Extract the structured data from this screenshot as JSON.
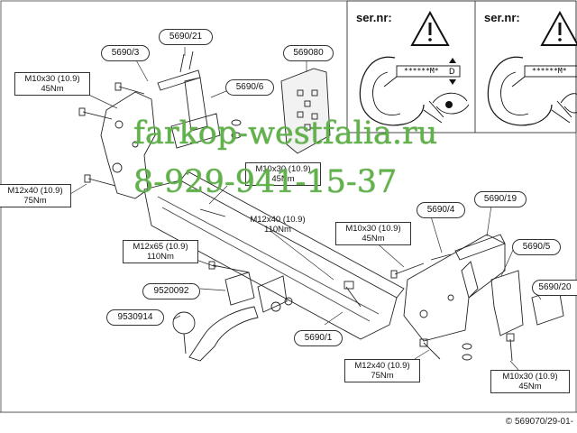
{
  "watermark": {
    "site": "farkop-westfalia.ru",
    "phone": "8-929-941-15-37",
    "color": "#62b24a"
  },
  "warning_panels": [
    {
      "label": "ser.nr:",
      "code": "******M*",
      "marker": "D"
    },
    {
      "label": "ser.nr:",
      "code": "******M*",
      "marker": ""
    }
  ],
  "part_labels": {
    "p5690_3": "5690/3",
    "p5690_21": "5690/21",
    "p569080": "569080",
    "p5690_6": "5690/6",
    "p5690_4": "5690/4",
    "p5690_19": "5690/19",
    "p5690_5": "5690/5",
    "p5690_20": "5690/20",
    "p9520092": "9520092",
    "p9530914": "9530914",
    "p5690_1": "5690/1"
  },
  "torque_labels": {
    "t1": {
      "bolt": "M10x30 (10.9)",
      "torque": "45Nm"
    },
    "t2": {
      "bolt": "M12x40 (10.9)",
      "torque": "75Nm"
    },
    "t3": {
      "bolt": "M10x30 (10.9)",
      "torque": "45Nm"
    },
    "t4": {
      "bolt": "M12x40 (10.9)",
      "torque": "110Nm"
    },
    "t5": {
      "bolt": "M10x30 (10.9)",
      "torque": "45Nm"
    },
    "t6": {
      "bolt": "M12x65 (10.9)",
      "torque": "110Nm"
    },
    "t7": {
      "bolt": "M12x40 (10.9)",
      "torque": "75Nm"
    },
    "t8": {
      "bolt": "M10x30 (10.9)",
      "torque": "45Nm"
    }
  },
  "footer": "© 569070/29-01-"
}
